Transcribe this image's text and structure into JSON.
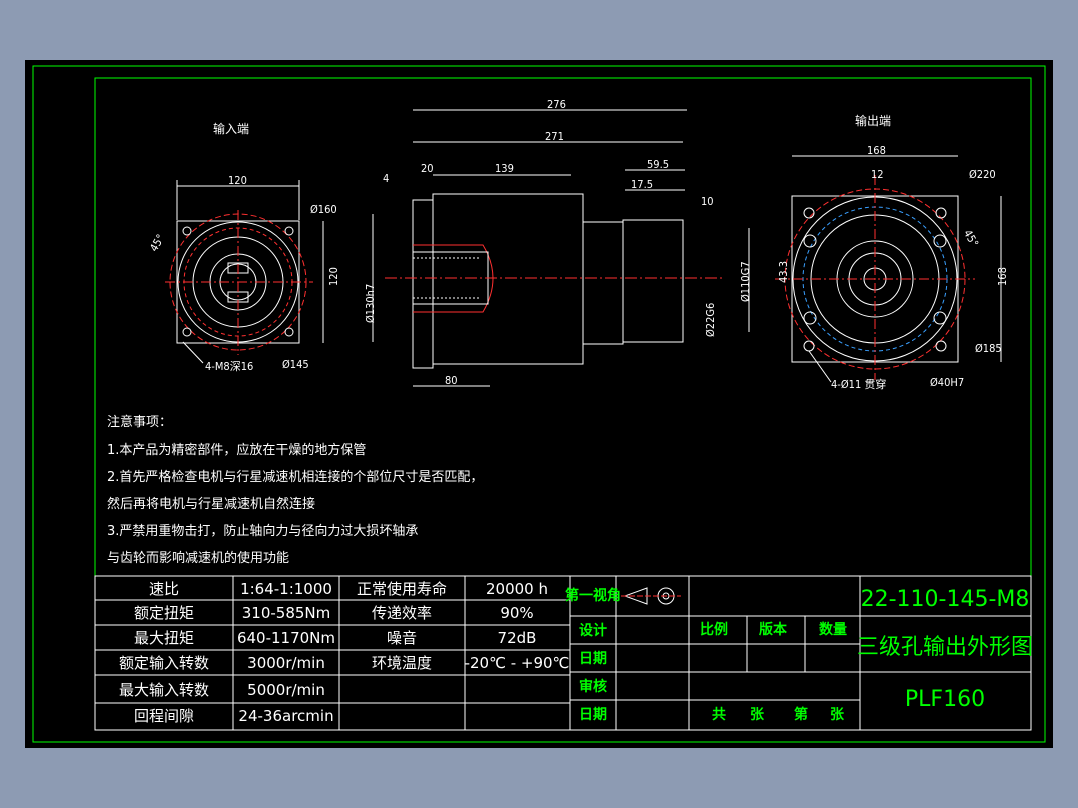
{
  "views": {
    "input_title": "输入端",
    "output_title": "输出端"
  },
  "dims": {
    "input": {
      "w120": "120",
      "h120": "120",
      "d160": "Ø160",
      "d145": "Ø145",
      "angle": "45°",
      "holes": "4-M8深16"
    },
    "side": {
      "d276": "276",
      "d271": "271",
      "d20": "20",
      "d4": "4",
      "d139": "139",
      "d59_5": "59.5",
      "d17_5": "17.5",
      "d10": "10",
      "d80": "80",
      "d130": "Ø130h7",
      "d110": "Ø110G7",
      "d22": "Ø22G6",
      "d43": "43.3"
    },
    "output": {
      "w168": "168",
      "h168": "168",
      "d12": "12",
      "d220": "Ø220",
      "d185": "Ø185",
      "d40": "Ø40H7",
      "angle": "45°",
      "holes": "4-Ø11  贯穿"
    }
  },
  "notes": [
    "注意事项：",
    "1.本产品为精密部件，应放在干燥的地方保管",
    "2.首先严格检查电机与行星减速机相连接的个部位尺寸是否匹配，",
    "然后再将电机与行星减速机自然连接",
    "3.严禁用重物击打，防止轴向力与径向力过大损坏轴承",
    "与齿轮而影响减速机的使用功能"
  ],
  "specs": [
    [
      "速比",
      "1:64-1:1000",
      "正常使用寿命",
      "20000 h"
    ],
    [
      "额定扭矩",
      "310-585Nm",
      "传递效率",
      "90%"
    ],
    [
      "最大扭矩",
      "640-1170Nm",
      "噪音",
      "72dB"
    ],
    [
      "额定输入转数",
      "3000r/min",
      "环境温度",
      "-20℃ - +90℃"
    ],
    [
      "最大输入转数",
      "5000r/min",
      "",
      ""
    ],
    [
      "回程间隙",
      "24-36arcmin",
      "",
      ""
    ]
  ],
  "titleblock": {
    "projection": "第一视角",
    "design": "设计",
    "date1": "日期",
    "review": "审核",
    "date2": "日期",
    "scale": "比例",
    "version": "版本",
    "quantity": "数量",
    "total": "共",
    "sheet": "张",
    "page": "第",
    "sheet2": "张",
    "drawing_no": "22-110-145-M8",
    "title": "三级孔输出外形图",
    "model": "PLF160"
  }
}
